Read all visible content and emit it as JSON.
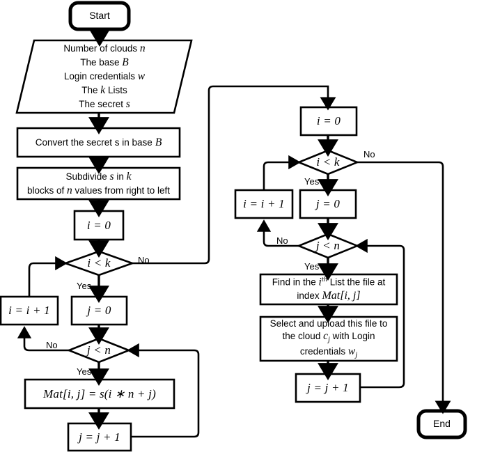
{
  "diagram": {
    "title": "Secret sharing upload flowchart",
    "type": "flowchart",
    "colors": {
      "line": "#000000",
      "fill": "#ffffff",
      "text": "#000000"
    },
    "nodes": [
      {
        "id": "start",
        "shape": "terminator",
        "label": "Start"
      },
      {
        "id": "inputs",
        "shape": "parallelogram",
        "lines": [
          "Number of clouds n",
          "The base B",
          "Login credentials w",
          "The k Lists",
          "The secret s"
        ]
      },
      {
        "id": "convert",
        "shape": "process",
        "lines": [
          "Convert the secret s in base B"
        ]
      },
      {
        "id": "subdivide",
        "shape": "process",
        "lines": [
          "Subdivide s in k",
          "blocks of n values from right to left"
        ]
      },
      {
        "id": "init-i-left",
        "shape": "process",
        "lines": [
          "i = 0"
        ]
      },
      {
        "id": "cond-i-k-left",
        "shape": "decision",
        "lines": [
          "i < k"
        ]
      },
      {
        "id": "inc-i-left",
        "shape": "process",
        "lines": [
          "i = i + 1"
        ]
      },
      {
        "id": "init-j-left",
        "shape": "process",
        "lines": [
          "j = 0"
        ]
      },
      {
        "id": "cond-j-n-left",
        "shape": "decision",
        "lines": [
          "j < n"
        ]
      },
      {
        "id": "assign-mat",
        "shape": "process",
        "lines": [
          "Mat[i, j] = s(i * n + j)"
        ]
      },
      {
        "id": "inc-j-left",
        "shape": "process",
        "lines": [
          "j = j + 1"
        ]
      },
      {
        "id": "init-i-right",
        "shape": "process",
        "lines": [
          "i = 0"
        ]
      },
      {
        "id": "cond-i-k-right",
        "shape": "decision",
        "lines": [
          "i < k"
        ]
      },
      {
        "id": "inc-i-right",
        "shape": "process",
        "lines": [
          "i = i + 1"
        ]
      },
      {
        "id": "init-j-right",
        "shape": "process",
        "lines": [
          "j = 0"
        ]
      },
      {
        "id": "cond-j-n-right",
        "shape": "decision",
        "lines": [
          "j < n"
        ]
      },
      {
        "id": "find-file",
        "shape": "process",
        "lines": [
          "Find in the i^th List the file at",
          "index Mat[i, j]"
        ]
      },
      {
        "id": "upload-file",
        "shape": "process",
        "lines": [
          "Select and upload this file to",
          "the cloud c_j with Login",
          "credentials w_j"
        ]
      },
      {
        "id": "inc-j-right",
        "shape": "process",
        "lines": [
          "j = j + 1"
        ]
      },
      {
        "id": "end",
        "shape": "terminator",
        "label": "End"
      }
    ],
    "edge_labels": {
      "no_left_ik": "No",
      "yes_left_ik": "Yes",
      "no_left_jn": "No",
      "yes_left_jn": "Yes",
      "no_right_ik": "No",
      "yes_right_ik": "Yes",
      "no_right_jn": "No",
      "yes_right_jn": "Yes"
    },
    "text": {
      "start": "Start",
      "end": "End",
      "inputs_l1_a": "Number of clouds",
      "inputs_l1_b": "n",
      "inputs_l2_a": "The base",
      "inputs_l2_b": "B",
      "inputs_l3_a": "Login credentials",
      "inputs_l3_b": "w",
      "inputs_l4_a": "The",
      "inputs_l4_b": "k",
      "inputs_l4_c": "Lists",
      "inputs_l5_a": "The secret",
      "inputs_l5_b": "s",
      "convert_a": "Convert the secret s in base",
      "convert_b": "B",
      "subdivide_l1_a": "Subdivide",
      "subdivide_l1_b": "s",
      "subdivide_l1_c": "in",
      "subdivide_l1_d": "k",
      "subdivide_l2_a": "blocks of",
      "subdivide_l2_b": "n",
      "subdivide_l2_c": "values from right to left",
      "eq_i_0": "i = 0",
      "eq_i_inc": "i = i + 1",
      "eq_j_0": "j = 0",
      "eq_j_inc": "j = j + 1",
      "cond_ik": "i < k",
      "cond_jn": "j < n",
      "mat_assign": "Mat[i, j] = s(i ∗ n + j)",
      "find_l1_a": "Find in the",
      "find_l1_b": "i",
      "find_l1_sup": "th",
      "find_l1_c": "List the file at",
      "find_l2_a": "index",
      "find_l2_b": "Mat[i, j]",
      "upload_l1": "Select and upload this file to",
      "upload_l2_a": "the cloud",
      "upload_l2_b": "c",
      "upload_l2_sub": "j",
      "upload_l2_c": "with Login",
      "upload_l3_a": "credentials",
      "upload_l3_b": "w",
      "upload_l3_sub": "j"
    }
  }
}
